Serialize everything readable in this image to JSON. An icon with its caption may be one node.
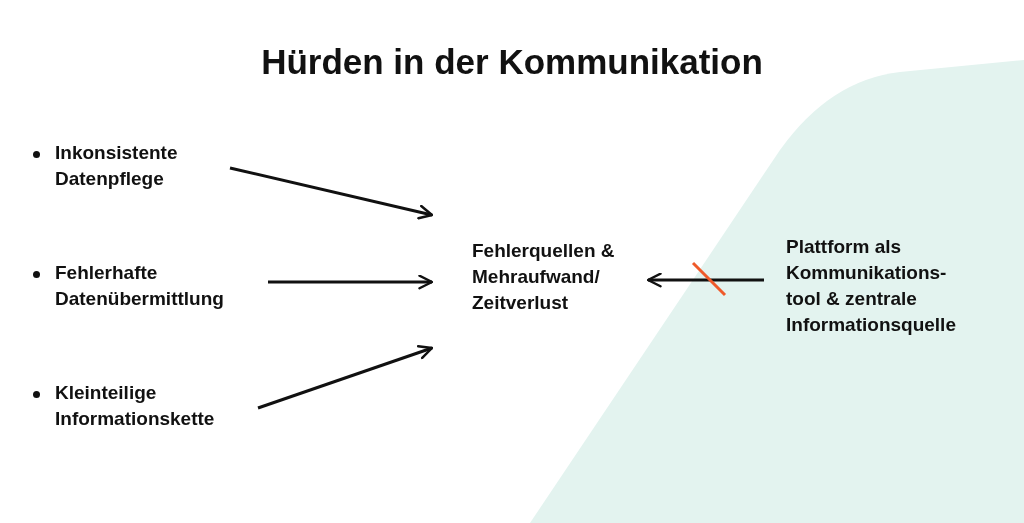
{
  "diagram": {
    "title": "Hürden in der Kommunikation",
    "nodes": [
      {
        "text": [
          "Inkonsistente Datenpflege"
        ]
      },
      {
        "text": [
          "Fehlerhafte Datenübermittlung"
        ]
      },
      {
        "text": [
          "Kleinteilige Informationskette"
        ]
      },
      {
        "text": [
          "Fehlerquellen & Mehraufwand/ Zeitverlust"
        ]
      },
      {
        "text": [
          "Plattform als Kommunikations- tool & zentrale Informationsquelle"
        ]
      }
    ],
    "edges": [
      {
        "from": 0,
        "to": 3,
        "arrow": "to"
      },
      {
        "from": 1,
        "to": 3,
        "arrow": "to"
      },
      {
        "from": 2,
        "to": 3,
        "arrow": "to"
      },
      {
        "from": 4,
        "to": 3,
        "arrow": "to"
      }
    ]
  }
}
